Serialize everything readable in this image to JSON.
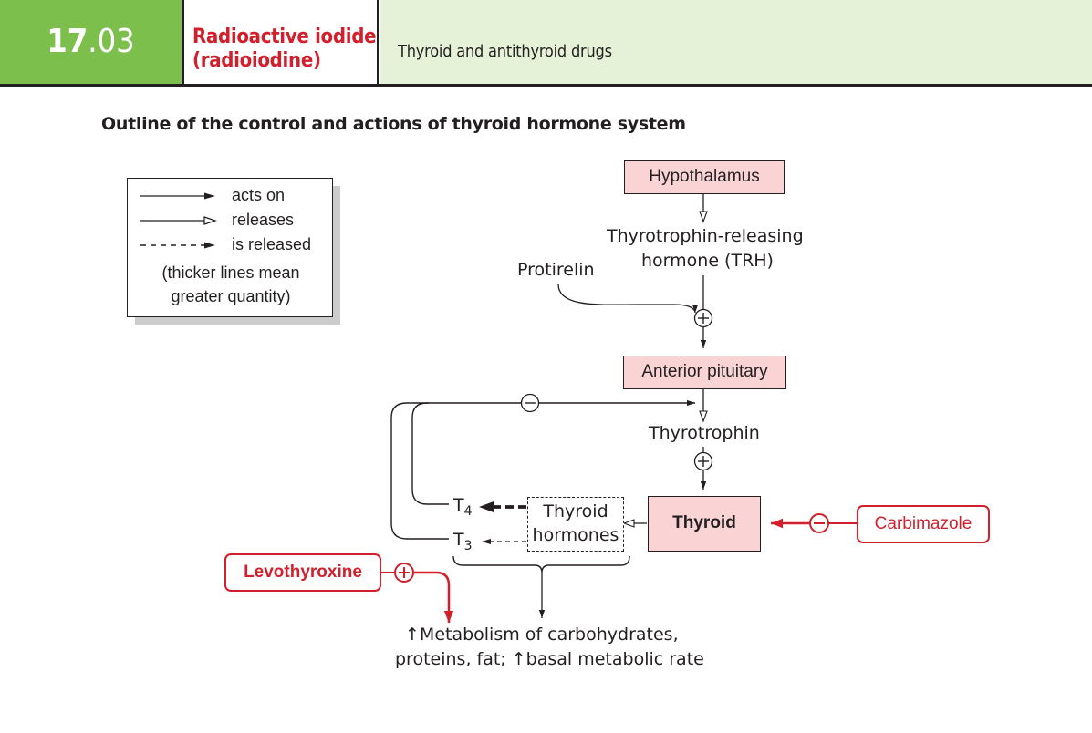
{
  "header": {
    "chapter_number_bold": "17",
    "chapter_number_light": ".03",
    "title_line1": "Radioactive iodide",
    "title_line2": "(radioiodine)",
    "subtitle": "Thyroid and antithyroid drugs"
  },
  "figure": {
    "title": "Outline of the control and actions of thyroid hormone system"
  },
  "legend": {
    "acts_on": "acts on",
    "releases": "releases",
    "is_released": "is released",
    "note_line1": "(thicker lines mean",
    "note_line2": "greater quantity)"
  },
  "nodes": {
    "hypothalamus": "Hypothalamus",
    "trh_line1": "Thyrotrophin-releasing",
    "trh_line2": "hormone (TRH)",
    "protirelin": "Protirelin",
    "anterior_pituitary": "Anterior pituitary",
    "thyrotrophin": "Thyrotrophin",
    "thyroid": "Thyroid",
    "carbimazole": "Carbimazole",
    "thyroid_hormones_line1": "Thyroid",
    "thyroid_hormones_line2": "hormones",
    "t4_letter": "T",
    "t4_sub": "4",
    "t3_letter": "T",
    "t3_sub": "3",
    "levothyroxine": "Levothyroxine",
    "effect_line1": "↑Metabolism of carbohydrates,",
    "effect_line2": "proteins, fat; ↑basal metabolic rate"
  },
  "colors": {
    "green": "#7cbf4c",
    "light_green": "#e5f2d8",
    "red": "#d21f2c",
    "pink": "#fad4d4",
    "ink": "#231f20"
  }
}
